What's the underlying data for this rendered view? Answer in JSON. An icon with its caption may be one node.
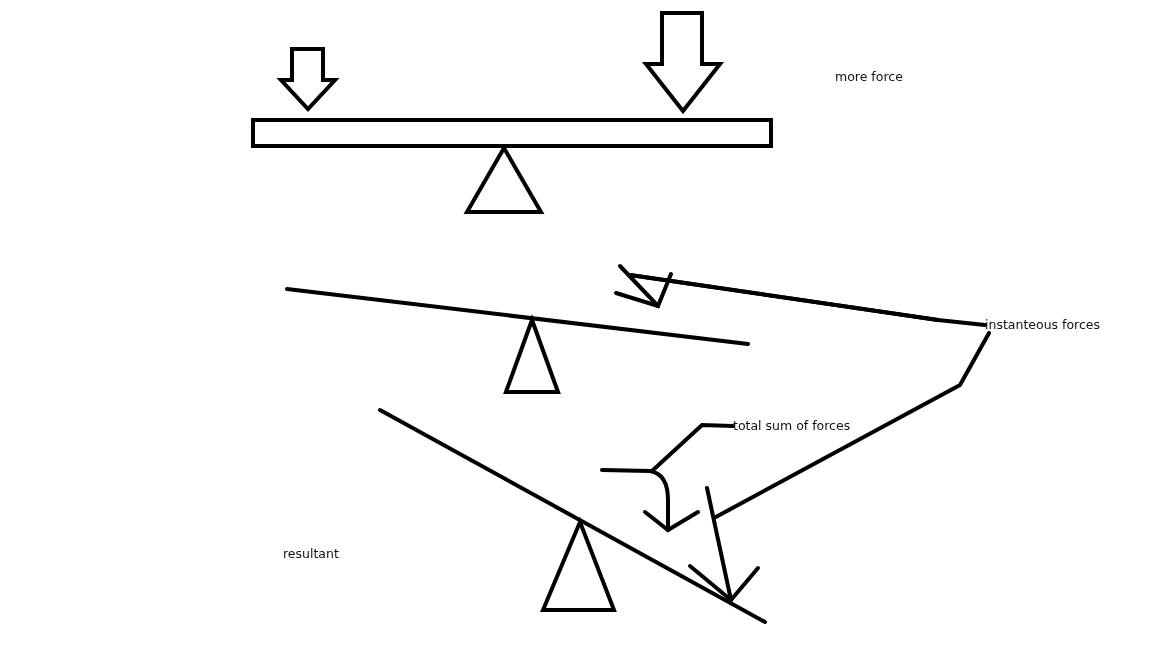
{
  "diagram": {
    "nodes": [
      {
        "text": [
          "instanteous forces"
        ]
      },
      {
        "text": [
          "total sum of forces"
        ]
      },
      {
        "text": [],
        "shape": "arrow"
      },
      {
        "text": [],
        "shape": "arrow"
      },
      {
        "text": [],
        "shape": "arrow"
      }
    ],
    "edges": [
      {
        "from": 0,
        "to": 2,
        "arrow": "none"
      },
      {
        "from": 0,
        "to": 3,
        "arrow": "none"
      },
      {
        "from": 1,
        "to": 4,
        "arrow": "none"
      }
    ],
    "labels": [
      "more force",
      "resultant"
    ]
  }
}
